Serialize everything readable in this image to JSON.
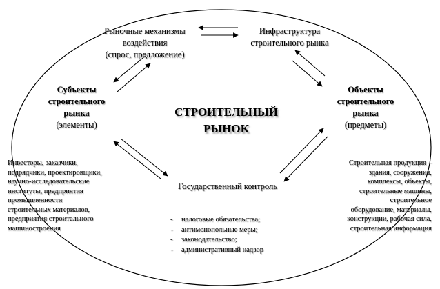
{
  "nodes": {
    "market_mechanisms": [
      "Рыночные механизмы",
      "воздействия",
      "(спрос, предложение)"
    ],
    "infrastructure": [
      "Инфраструктура",
      "строительного рынка"
    ],
    "subjects": [
      "Субъекты",
      "строительного",
      "рынка",
      "(элементы)"
    ],
    "objects": [
      "Объекты",
      "строительного",
      "рынка",
      "(предметы)"
    ],
    "state_control": "Государственный контроль"
  },
  "center_title": [
    "СТРОИТЕЛЬНЫЙ",
    "РЫНОК"
  ],
  "subjects_list": [
    "Инвесторы, заказчики,",
    "подрядчики, проектировщики,",
    "научно-исследовательские",
    "институты, предприятия",
    "промышленности",
    "строительных материалов,",
    "предприятия строительного",
    "машиностроения"
  ],
  "objects_list": [
    "Строительная продукция –",
    "здания, сооружения,",
    "комплексы, объекты,",
    "строительные машины,",
    "строительное",
    "оборудование, материалы,",
    "конструкции, рабочая сила,",
    "строительная информация"
  ],
  "state_control_items": [
    "налоговые обязательства;",
    "антимонопольные меры;",
    "законодательство;",
    "административный надзор"
  ]
}
